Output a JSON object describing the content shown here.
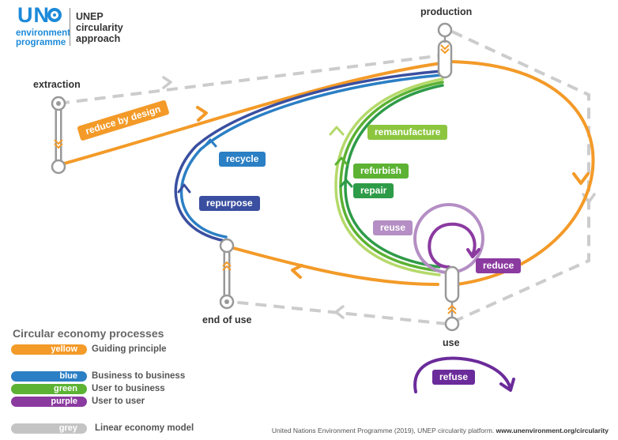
{
  "logo": {
    "un": "UN",
    "line1": "environment",
    "line2": "programme"
  },
  "header": {
    "line1": "UNEP",
    "line2": "circularity",
    "line3": "approach"
  },
  "nodes": {
    "production": "production",
    "extraction": "extraction",
    "end_of_use": "end of use",
    "use": "use"
  },
  "processes": {
    "reduce_by_design": "reduce by design",
    "recycle": "recycle",
    "repurpose": "repurpose",
    "remanufacture": "remanufacture",
    "refurbish": "refurbish",
    "repair": "repair",
    "reuse": "reuse",
    "reduce": "reduce",
    "refuse": "refuse"
  },
  "legend": {
    "title": "Circular economy processes",
    "items": [
      {
        "pill": "yellow",
        "label": "Guiding principle",
        "color": "#f39a28"
      },
      {
        "pill": "blue",
        "label": "Business to business",
        "color": "#2b7fc4"
      },
      {
        "pill": "green",
        "label": "User to business",
        "color": "#5cb233"
      },
      {
        "pill": "purple",
        "label": "User to user",
        "color": "#8b3aa0"
      },
      {
        "pill": "grey",
        "label": "Linear economy model",
        "color": "#c4c4c4"
      }
    ]
  },
  "footer": {
    "text": "United Nations Environment Programme (2019), UNEP circularity platform. ",
    "url": "www.unenvironment.org/circularity"
  },
  "colors": {
    "orange": "#f39a28",
    "blue": "#2b7fc4",
    "navy": "#3a4fa0",
    "lightgreen": "#8cc63f",
    "green": "#2e9b48",
    "lavender": "#b48ec4",
    "purple": "#8b3aa0",
    "grey": "#cccccc",
    "unblue": "#1c8ad9"
  }
}
